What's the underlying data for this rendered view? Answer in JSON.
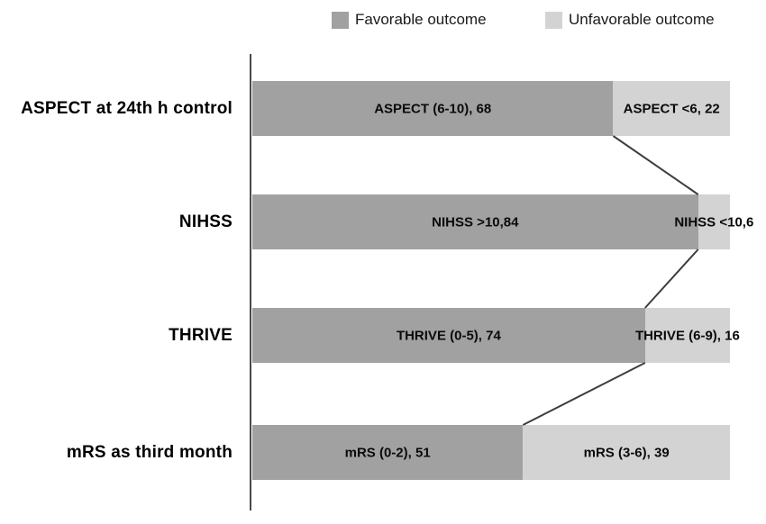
{
  "chart_data": {
    "type": "bar",
    "orientation": "horizontal",
    "stacked": true,
    "grid": false,
    "legend_position": "top",
    "axis_total_per_bar": 90,
    "legend": [
      {
        "label": "Favorable outcome",
        "color": "#a1a1a1"
      },
      {
        "label": "Unfavorable outcome",
        "color": "#d3d3d3"
      }
    ],
    "rows": [
      {
        "category": "ASPECT at 24th h control",
        "segments": [
          {
            "series": "Favorable outcome",
            "label": "ASPECT (6-10), 68",
            "value": 68
          },
          {
            "series": "Unfavorable outcome",
            "label": "ASPECT <6, 22",
            "value": 22
          }
        ]
      },
      {
        "category": "NIHSS",
        "segments": [
          {
            "series": "Favorable outcome",
            "label": "NIHSS >10,84",
            "value": 84
          },
          {
            "series": "Unfavorable outcome",
            "label": "NIHSS <10,6",
            "value": 6
          }
        ]
      },
      {
        "category": "THRIVE",
        "segments": [
          {
            "series": "Favorable outcome",
            "label": "THRIVE (0-5), 74",
            "value": 74
          },
          {
            "series": "Unfavorable outcome",
            "label": "THRIVE (6-9), 16",
            "value": 16
          }
        ]
      },
      {
        "category": "mRS as third month",
        "segments": [
          {
            "series": "Favorable outcome",
            "label": "mRS (0-2), 51",
            "value": 51
          },
          {
            "series": "Unfavorable outcome",
            "label": "mRS (3-6), 39",
            "value": 39
          }
        ]
      }
    ],
    "colors": {
      "axis_line": "#4a4a4a",
      "connector_line": "#3d3d3d"
    }
  }
}
